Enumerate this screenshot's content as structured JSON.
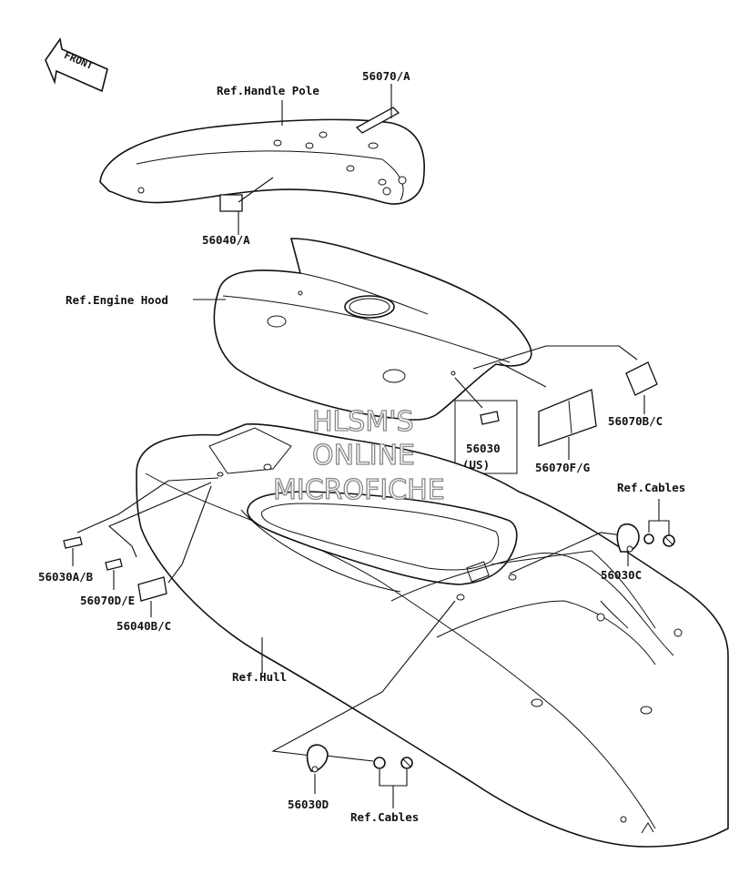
{
  "direction_arrow": {
    "label": "FRONT",
    "icon": "front-arrow-icon"
  },
  "reference_labels": {
    "handle_pole": "Ref.Handle Pole",
    "engine_hood": "Ref.Engine Hood",
    "hull": "Ref.Hull",
    "cables_upper": "Ref.Cables",
    "cables_lower": "Ref.Cables"
  },
  "part_callouts": {
    "p56070_a": "56070/A",
    "p56040_a": "56040/A",
    "p56070_bc": "56070B/C",
    "p56070_fg": "56070F/G",
    "p56030": "56030",
    "p56030_note": "(US)",
    "p56030_ab": "56030A/B",
    "p56070_de": "56070D/E",
    "p56040_bc": "56040B/C",
    "p56030_c": "56030C",
    "p56030_d": "56030D"
  },
  "watermark": {
    "line1": "HLSM'S",
    "line2": "ONLINE",
    "line3": "MICROFICHE"
  }
}
